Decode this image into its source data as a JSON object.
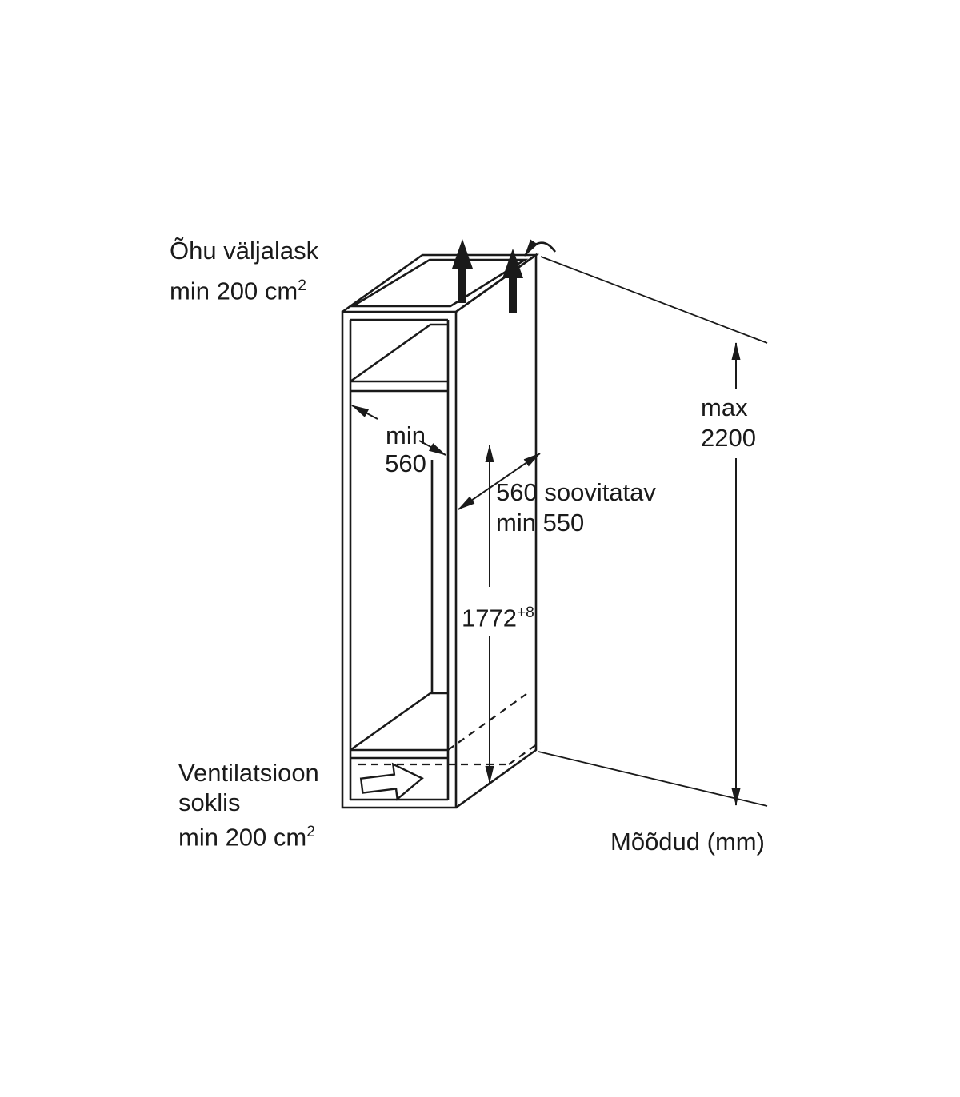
{
  "labels": {
    "air_outlet": {
      "line1": "Õhu väljalask",
      "line2_base": "min 200 cm",
      "line2_sup": "2"
    },
    "niche_width": {
      "line1": "min",
      "line2": "560"
    },
    "niche_depth": {
      "line1": "560 soovitatav",
      "line2": "min 550"
    },
    "niche_height": {
      "base": "1772",
      "sup": "+8"
    },
    "max_height": {
      "line1": "max",
      "line2": "2200"
    },
    "plinth_ventilation": {
      "line1": "Ventilatsioon",
      "line2": "soklis",
      "line3_base": "min 200 cm",
      "line3_sup": "2"
    },
    "units": "Mõõdud (mm)"
  },
  "colors": {
    "line": "#1a1a1a",
    "background": "#ffffff",
    "text": "#1a1a1a"
  }
}
